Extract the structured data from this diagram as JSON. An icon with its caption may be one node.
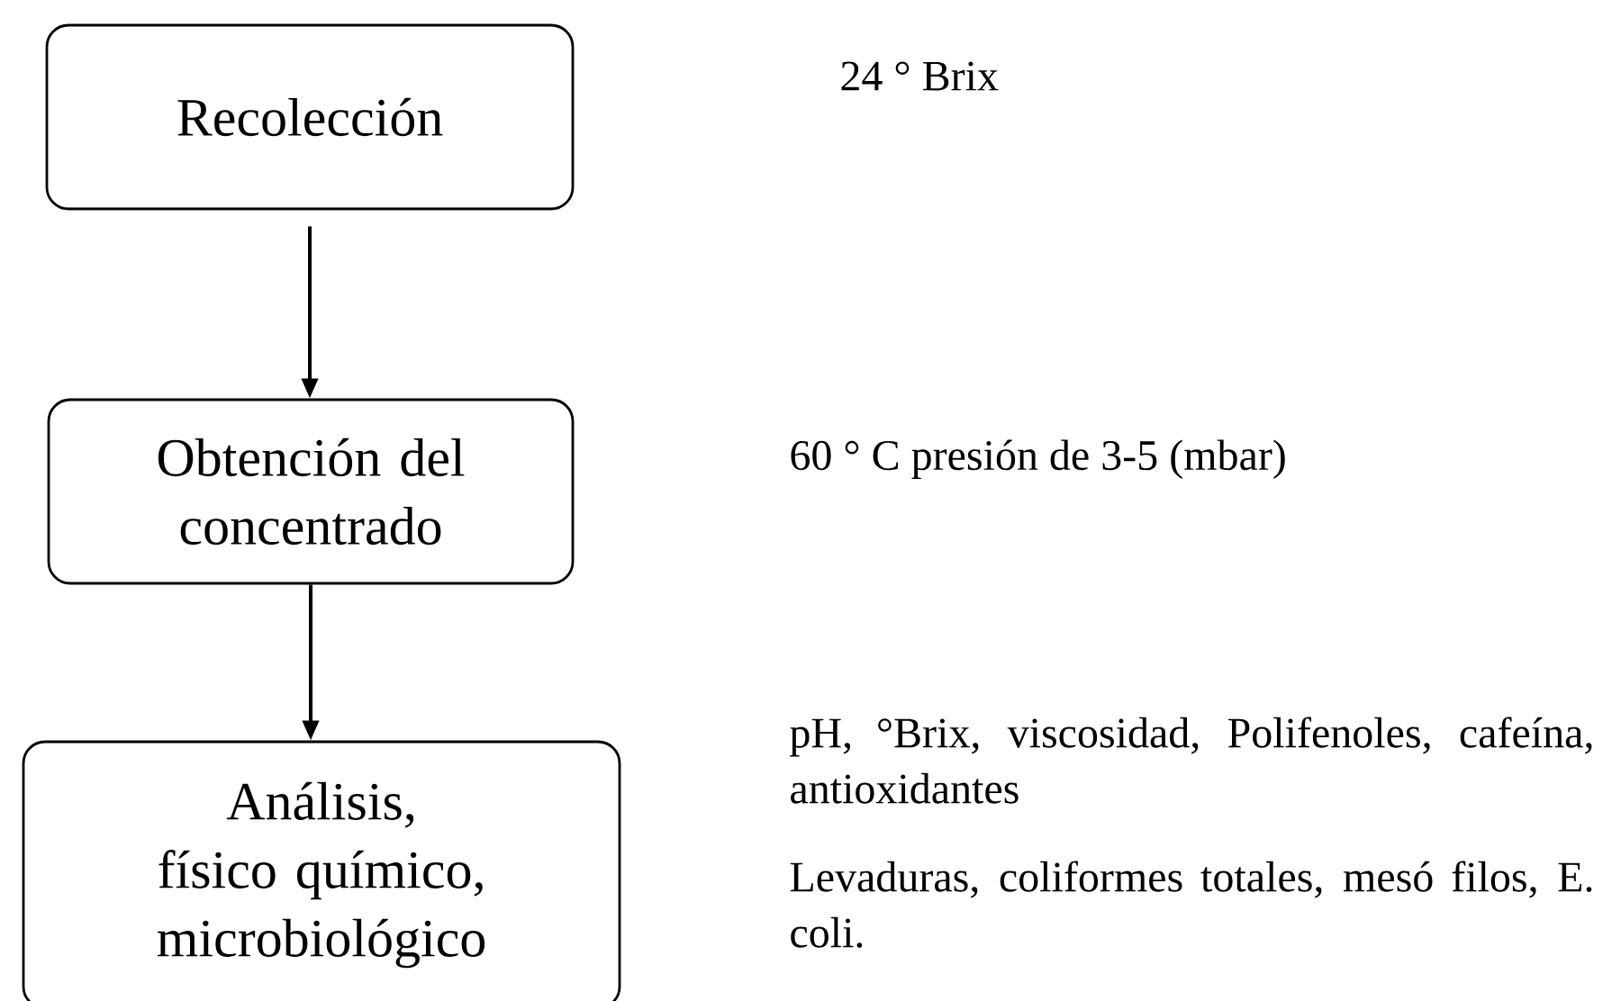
{
  "diagram": {
    "nodes": [
      {
        "text": [
          "Recolección"
        ]
      },
      {
        "text": [
          "Obtención del concentrado"
        ]
      },
      {
        "text": [
          "Análisis, físico químico, microbiológico"
        ]
      }
    ],
    "edges": [
      {
        "from": 0,
        "to": 1,
        "arrow": "to"
      },
      {
        "from": 1,
        "to": 2,
        "arrow": "to"
      }
    ],
    "labels": [
      "24 ° Brix",
      "60 ° C presión de 3-5 (mbar)",
      "pH, °Brix, viscosidad, Polifenoles, cafeína, antioxidantes",
      "Levaduras, coliformes totales, mesó filos, E. coli."
    ]
  }
}
